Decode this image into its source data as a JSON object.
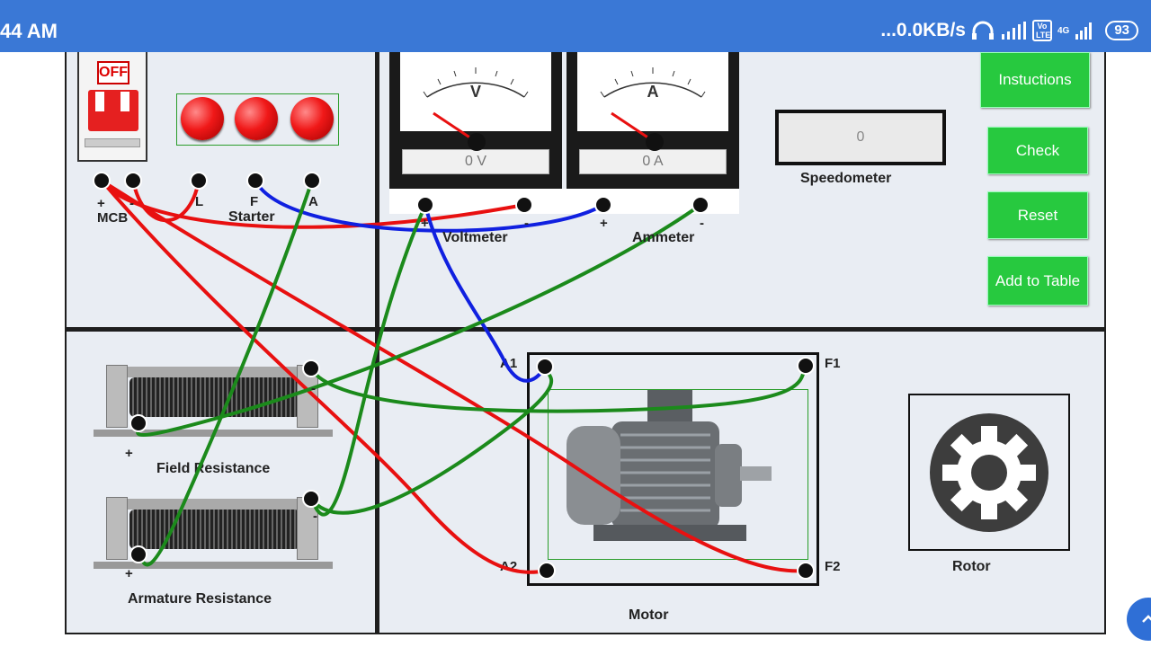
{
  "status_bar": {
    "time": "44 AM",
    "network_speed": "...0.0KB/s",
    "network_tag": "4G",
    "volte_tag": "Vo LTE",
    "battery": "93"
  },
  "switch": {
    "state_label": "OFF"
  },
  "labels": {
    "mcb": "MCB",
    "mcb_plus": "+",
    "mcb_minus": "-",
    "starter": "Starter",
    "starter_l": "L",
    "starter_f": "F",
    "starter_a": "A",
    "voltmeter": "Voltmeter",
    "ammeter": "Ammeter",
    "volt_plus": "+",
    "volt_minus": "-",
    "amm_plus": "+",
    "amm_minus": "-",
    "speedometer": "Speedometer",
    "field_resistance": "Field Resistance",
    "armature_resistance": "Armature Resistance",
    "field_plus": "+",
    "field_minus": "-",
    "arm_plus": "+",
    "arm_minus": "-",
    "motor": "Motor",
    "rotor": "Rotor",
    "a1": "A1",
    "a2": "A2",
    "f1": "F1",
    "f2": "F2"
  },
  "voltmeter": {
    "unit": "V",
    "reading": "0 V"
  },
  "ammeter": {
    "unit": "A",
    "reading": "0 A"
  },
  "speedometer": {
    "value": "0"
  },
  "buttons": {
    "instructions": "Instuctions",
    "check": "Check",
    "reset": "Reset",
    "add_to_table": "Add to Table"
  },
  "colors": {
    "lab_bg": "#e9edf3",
    "button_green": "#27c93f",
    "wire_red": "#e81010",
    "wire_green": "#1b8a1b",
    "wire_blue": "#1020e0",
    "status_bar": "#3a78d6"
  }
}
